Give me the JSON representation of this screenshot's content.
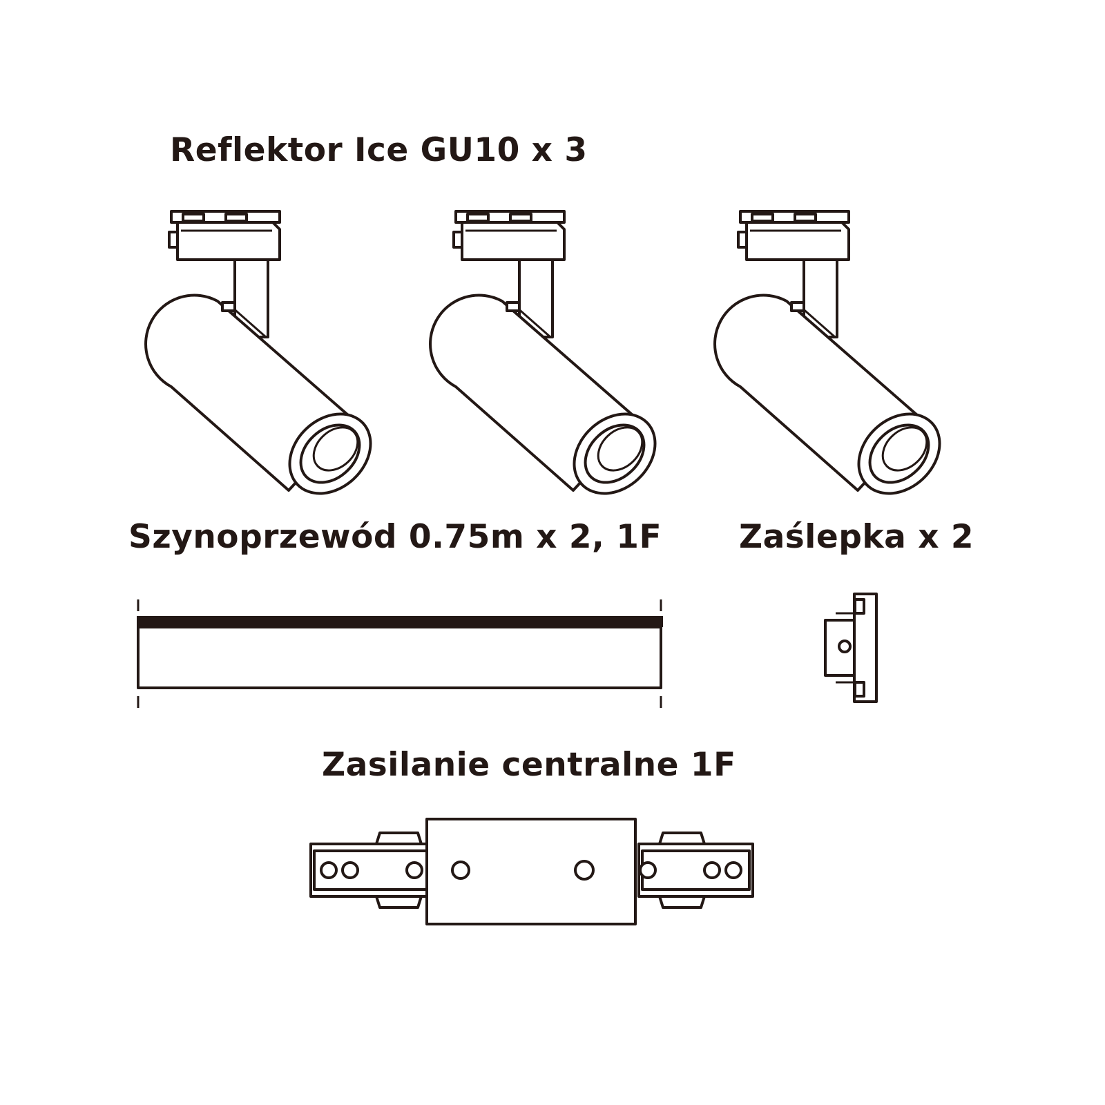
{
  "spotlights": {
    "label": "Reflektor Ice GU10 x 3"
  },
  "rail": {
    "label": "Szynoprzewód 0.75m x 2, 1F"
  },
  "end_cap": {
    "label": "Zaślepka x 2"
  },
  "feed": {
    "label": "Zasilanie centralne 1F"
  },
  "colors": {
    "line": "#231815",
    "background": "#ffffff"
  }
}
